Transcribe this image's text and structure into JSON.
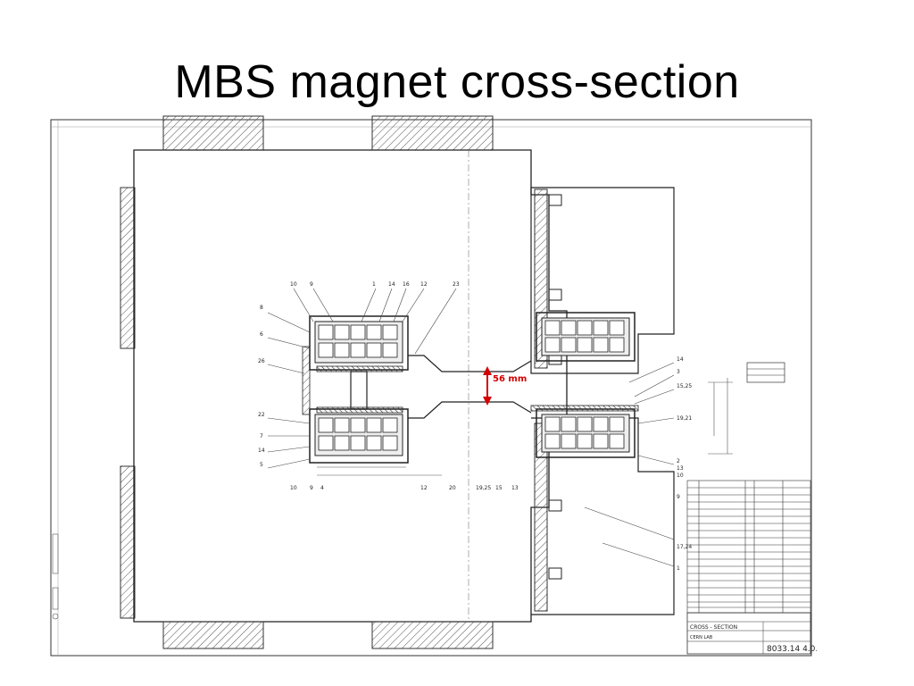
{
  "slide": {
    "title": "MBS magnet cross-section"
  },
  "annotation": {
    "gap_label": "56 mm",
    "color": "#d40000"
  },
  "drawing": {
    "callouts_top": [
      "10",
      "9",
      "1",
      "14",
      "16",
      "12",
      "23"
    ],
    "callouts_left": [
      "8",
      "6",
      "26",
      "22",
      "7",
      "14",
      "5"
    ],
    "callouts_bottom": [
      "10",
      "9",
      "4",
      "12",
      "20",
      "19,25",
      "15",
      "13"
    ],
    "callouts_right": [
      "14",
      "3",
      "15,25",
      "19,21",
      "2",
      "13",
      "10",
      "9",
      "17,24",
      "1"
    ],
    "drawing_number": "8033.14 4.0.",
    "part_name": "CROSS - SECTION",
    "org": "CERN LAB"
  }
}
